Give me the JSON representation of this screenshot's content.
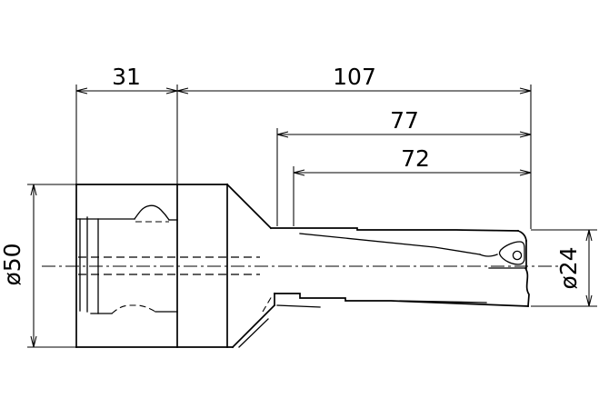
{
  "page": {
    "background": "#ffffff",
    "line_color": "#000000",
    "description": "Side-view technical drawing of an indexable insert drill with cylindrical shank"
  },
  "drawing": {
    "dimensions": {
      "flange_length": {
        "label": "31"
      },
      "overall_length": {
        "label": "107"
      },
      "usable_length_long": {
        "label": "77"
      },
      "usable_length_short": {
        "label": "72"
      },
      "shank_diameter": {
        "label": "ø50"
      },
      "cutting_diameter": {
        "label": "ø24"
      }
    }
  }
}
